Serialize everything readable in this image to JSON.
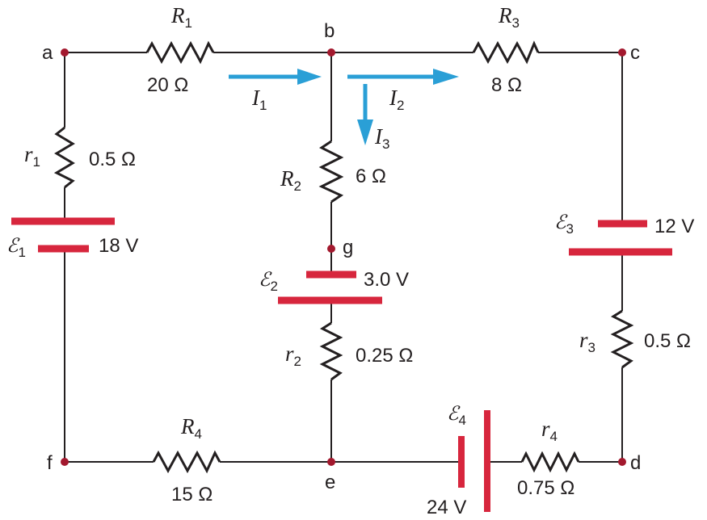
{
  "nodes": {
    "a": "a",
    "b": "b",
    "c": "c",
    "d": "d",
    "e": "e",
    "f": "f",
    "g": "g"
  },
  "resistors": {
    "R1": {
      "symbol": "R",
      "sub": "1",
      "value": "20 Ω"
    },
    "R2": {
      "symbol": "R",
      "sub": "2",
      "value": "6 Ω"
    },
    "R3": {
      "symbol": "R",
      "sub": "3",
      "value": "8 Ω"
    },
    "R4": {
      "symbol": "R",
      "sub": "4",
      "value": "15 Ω"
    },
    "r1": {
      "symbol": "r",
      "sub": "1",
      "value": "0.5 Ω"
    },
    "r2": {
      "symbol": "r",
      "sub": "2",
      "value": "0.25 Ω"
    },
    "r3": {
      "symbol": "r",
      "sub": "3",
      "value": "0.5 Ω"
    },
    "r4": {
      "symbol": "r",
      "sub": "4",
      "value": "0.75 Ω"
    }
  },
  "sources": {
    "E1": {
      "symbol": "ℰ",
      "sub": "1",
      "value": "18 V"
    },
    "E2": {
      "symbol": "ℰ",
      "sub": "2",
      "value": "3.0 V"
    },
    "E3": {
      "symbol": "ℰ",
      "sub": "3",
      "value": "12 V"
    },
    "E4": {
      "symbol": "ℰ",
      "sub": "4",
      "value": "24 V"
    }
  },
  "currents": {
    "I1": {
      "symbol": "I",
      "sub": "1"
    },
    "I2": {
      "symbol": "I",
      "sub": "2"
    },
    "I3": {
      "symbol": "I",
      "sub": "3"
    }
  },
  "colors": {
    "wire": "#231f20",
    "plate": "#d7263d",
    "node": "#a3192e",
    "arrow": "#2a9fd6"
  }
}
